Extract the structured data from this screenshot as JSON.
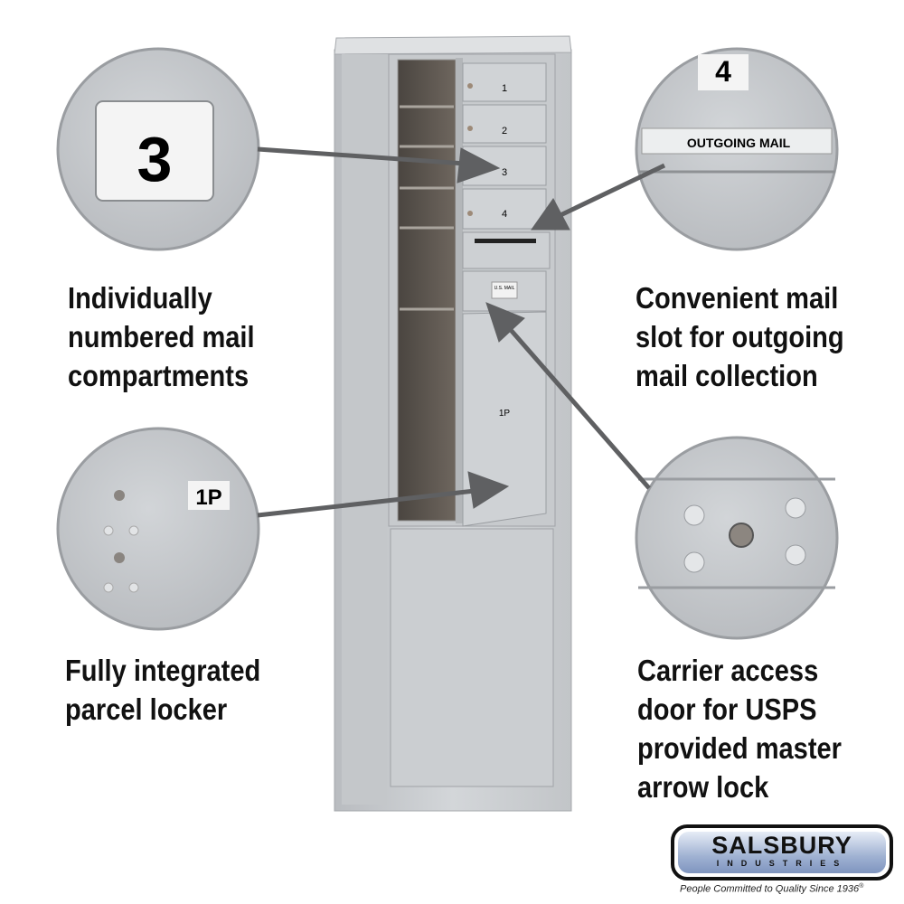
{
  "callouts": {
    "top_left": {
      "badge": "3",
      "caption": [
        "Individually",
        "numbered mail",
        "compartments"
      ]
    },
    "bottom_left": {
      "badge": "1P",
      "caption": [
        "Fully integrated",
        "parcel locker"
      ]
    },
    "top_right": {
      "badge": "4",
      "label": "OUTGOING MAIL",
      "caption": [
        "Convenient mail",
        "slot for outgoing",
        "mail collection"
      ]
    },
    "bottom_right": {
      "caption": [
        "Carrier access",
        "door for USPS",
        "provided master",
        "arrow lock"
      ]
    }
  },
  "mailbox": {
    "doors": [
      "1",
      "2",
      "3",
      "4"
    ],
    "carrier_label": "U.S. MAIL",
    "parcel_label": "1P"
  },
  "logo": {
    "name": "SALSBURY",
    "sub": "INDUSTRIES",
    "tagline": "People Committed to Quality Since 1936",
    "reg": "®"
  },
  "colors": {
    "metal": "#c9cccf",
    "arrow": "#5f6062",
    "text": "#111111"
  }
}
